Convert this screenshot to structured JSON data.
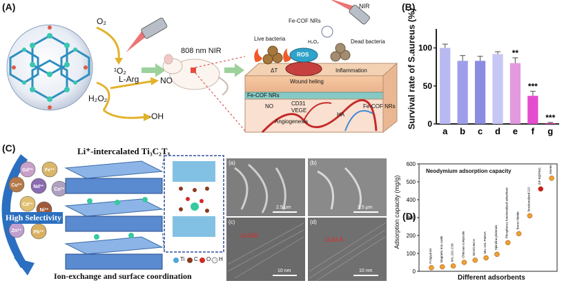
{
  "panel_a": {
    "label": "(A)",
    "o2": "O₂",
    "singlet_o2": "¹O₂",
    "l_arg": "L-Arg",
    "h2o2": "H₂O₂",
    "no": "NO",
    "oh": "·OH",
    "nir_808": "808 nm NIR",
    "nir": "NIR",
    "live_bacteria": "Live bacteria",
    "fe_cof_nrs_top": "Fe-COF NRs",
    "dead_bacteria": "Dead bacteria",
    "h2o2_small": "H₂O₂",
    "ros": "ROS",
    "delta_t": "ΔT",
    "inflammation": "Inflammation",
    "wound_healing": "Wound heling",
    "fe_cof_left": "Fe-COF NRs",
    "no_small": "NO",
    "cd31": "CD31",
    "vege": "VEGE",
    "angiogenesis": "Angiogenesis",
    "ha": "HA",
    "fe_cof_right": "Fe-COF NRs"
  },
  "panel_b": {
    "label": "(B)",
    "colors": [
      "#b9b9f2",
      "#9e9eea",
      "#8c8ce2",
      "#c7c7f5",
      "#e39adf",
      "#e44dd0",
      "#d81c92"
    ],
    "chart_data": {
      "type": "bar",
      "categories": [
        "a",
        "b",
        "c",
        "d",
        "e",
        "f",
        "g"
      ],
      "values": [
        100,
        83,
        83,
        92,
        80,
        37,
        1
      ],
      "errors": [
        5,
        7,
        6,
        3,
        7,
        6,
        1
      ],
      "annotations": [
        "",
        "",
        "",
        "",
        "**",
        "***",
        "***"
      ],
      "ylabel": "Survival rate of S.aureus (%)",
      "yticks": [
        "0",
        "50",
        "100"
      ],
      "ylim": [
        0,
        125
      ]
    }
  },
  "panel_c": {
    "label": "(C)",
    "title": "Li⁺-intercalated Ti₃C₂Tₓ",
    "high_selectivity": "High Selectivity",
    "bottom_caption": "Ion-exchange and surface coordination",
    "ions": [
      "Gd³⁺",
      "Fe³⁺",
      "Cu²⁺",
      "Nd³⁺",
      "Co²⁺",
      "Cd²⁺",
      "Ni²⁺",
      "Zn²⁺",
      "Pb²⁺"
    ],
    "legend": [
      "Ti",
      "C",
      "O",
      "H"
    ],
    "micro": [
      {
        "tag": "(a)",
        "scale": "2.5 μm"
      },
      {
        "tag": "(b)",
        "scale": "2.5 μm"
      },
      {
        "tag": "(c)",
        "scale": "10 nm",
        "note": "10.00Å"
      },
      {
        "tag": "(d)",
        "scale": "10 nm",
        "note": "11.83 Å"
      }
    ]
  },
  "panel_d": {
    "label": "(D)",
    "chart_data": {
      "type": "scatter",
      "title": "Neodymium adsorption capacity",
      "xlabel": "Different adsorbents",
      "ylabel": "Adsorption capacity (mg/g)",
      "ylim": [
        0,
        600
      ],
      "yticks": [
        "0",
        "100",
        "200",
        "300",
        "400",
        "500",
        "600"
      ],
      "categories": [
        "Polypyrrole",
        "Magnetic iron oxide",
        "MIL-101-CS0",
        "Chitosan composite",
        "SiO2/CMCH",
        "MIL-101-PMIDA",
        "Spirulina platensis",
        "Phosphorus functionalized adsorbent",
        "Boron Nitride",
        "functionalized GO",
        "ZIF-8@PMC",
        "Mxene"
      ],
      "values": [
        20,
        25,
        30,
        50,
        62,
        75,
        95,
        160,
        210,
        310,
        460,
        520
      ],
      "colors": [
        "#f0a030",
        "#f0a030",
        "#f0a030",
        "#f0a030",
        "#f0a030",
        "#f0a030",
        "#f0a030",
        "#f0a030",
        "#f0a030",
        "#f0a030",
        "#d01c1c",
        "#f0a030"
      ]
    }
  }
}
